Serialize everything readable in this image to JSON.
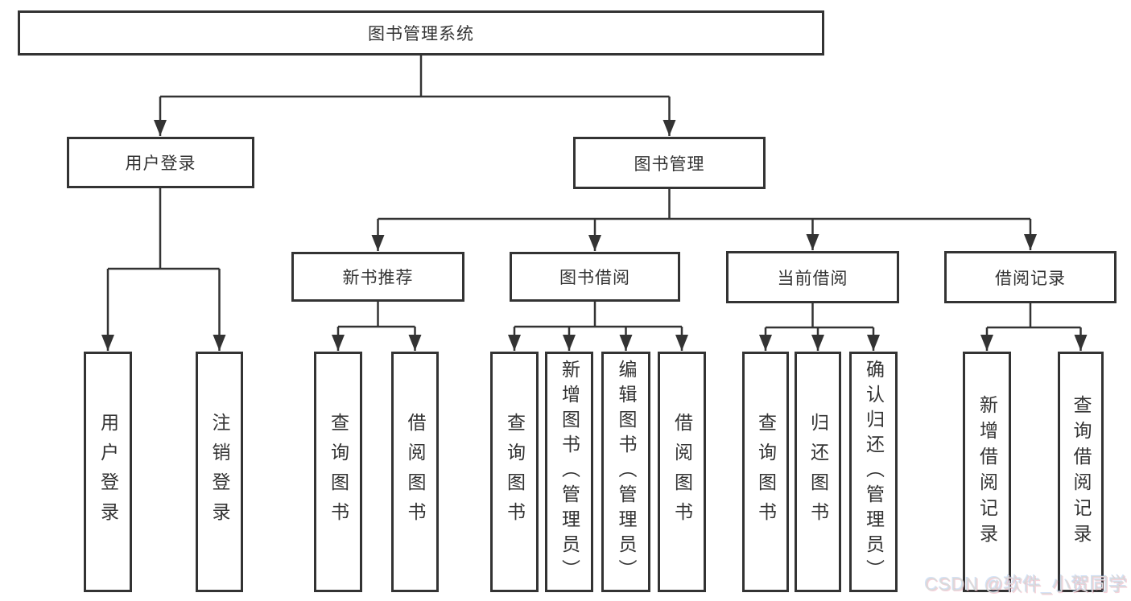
{
  "tree": {
    "label": "图书管理系统",
    "children": [
      {
        "label": "用户登录",
        "children": [
          {
            "label": "用户登录"
          },
          {
            "label": "注销登录"
          }
        ]
      },
      {
        "label": "图书管理",
        "children": [
          {
            "label": "新书推荐",
            "children": [
              {
                "label": "查询图书"
              },
              {
                "label": "借阅图书"
              }
            ]
          },
          {
            "label": "图书借阅",
            "children": [
              {
                "label": "查询图书"
              },
              {
                "label": "新增图书（管理员）"
              },
              {
                "label": "编辑图书（管理员）"
              },
              {
                "label": "借阅图书"
              }
            ]
          },
          {
            "label": "当前借阅",
            "children": [
              {
                "label": "查询图书"
              },
              {
                "label": "归还图书"
              },
              {
                "label": "确认归还（管理员）"
              }
            ]
          },
          {
            "label": "借阅记录",
            "children": [
              {
                "label": "新增借阅记录"
              },
              {
                "label": "查询借阅记录"
              }
            ]
          }
        ]
      }
    ]
  },
  "watermark": {
    "text": "CSDN @软件_小贺同学"
  },
  "colors": {
    "line": "#333333",
    "box_border": "#333333",
    "text": "#333333",
    "background": "#ffffff",
    "watermark": "#dadada"
  }
}
